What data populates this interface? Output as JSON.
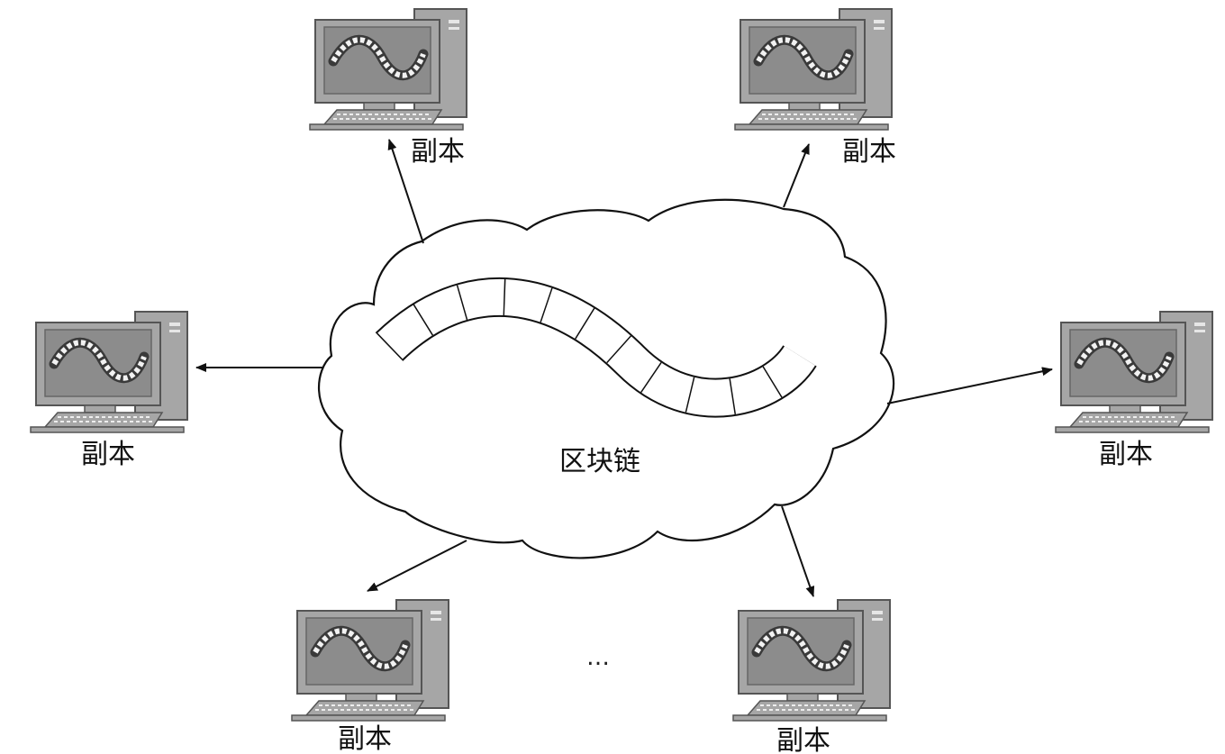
{
  "center": {
    "label": "区块链",
    "icon": "blockchain-chain-icon"
  },
  "nodes": [
    {
      "id": "top-left",
      "label": "副本",
      "icon": "computer-icon"
    },
    {
      "id": "top-right",
      "label": "副本",
      "icon": "computer-icon"
    },
    {
      "id": "left",
      "label": "副本",
      "icon": "computer-icon"
    },
    {
      "id": "right",
      "label": "副本",
      "icon": "computer-icon"
    },
    {
      "id": "bottom-left",
      "label": "副本",
      "icon": "computer-icon"
    },
    {
      "id": "bottom-right",
      "label": "副本",
      "icon": "computer-icon"
    }
  ],
  "ellipsis": "…",
  "colors": {
    "device_body": "#a6a6a6",
    "screen": "#8c8c8c",
    "outline": "#555555",
    "cloud_fill": "#ffffff",
    "line": "#111111"
  }
}
